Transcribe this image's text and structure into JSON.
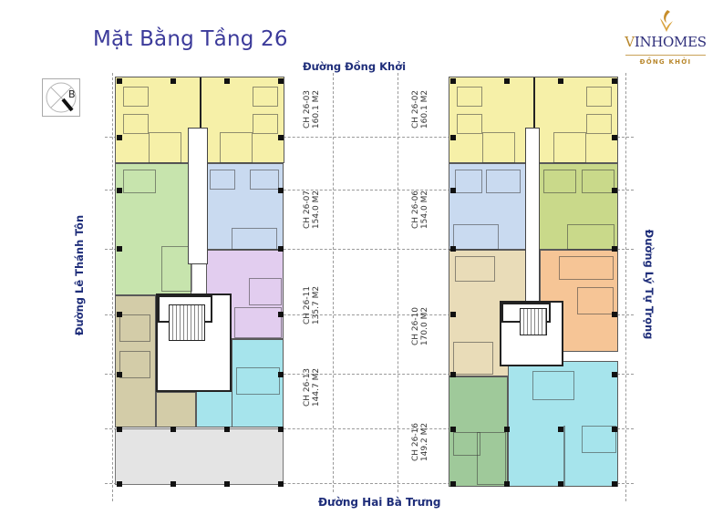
{
  "page": {
    "title": "Mặt Bằng Tầng 26"
  },
  "logo": {
    "brand_prefix": "V",
    "brand_rest": "INHOMES",
    "subtitle": "ĐỒNG KHỞI",
    "icon": "vinhomes-flame-icon",
    "colors": {
      "gold": "#b9882e",
      "navy": "#2e2e7a"
    }
  },
  "compass": {
    "label": "B",
    "icon": "north-compass-icon"
  },
  "streets": {
    "top": "Đường Đồng Khởi",
    "bottom": "Đường Hai Bà Trưng",
    "left": "Đường Lê Thánh Tôn",
    "right": "Đường Lý Tự Trọng",
    "color": "#1f2e7a"
  },
  "units": [
    {
      "code": "CH 26-03",
      "area": "160.1 M2",
      "color": "#f6f0a8"
    },
    {
      "code": "CH 26-02",
      "area": "160.1 M2",
      "color": "#f6f0a8"
    },
    {
      "code": "CH 26-07",
      "area": "154.0 M2",
      "color": "#c9daf0"
    },
    {
      "code": "CH 26-06",
      "area": "154.0 M2",
      "color": "#c9d98a"
    },
    {
      "code": "CH 26-11",
      "area": "135.7 M2",
      "color": "#e2cdef"
    },
    {
      "code": "CH 26-10",
      "area": "170.0 M2",
      "color": "#e9dcb8"
    },
    {
      "code": "CH 26-13",
      "area": "144.7 M2",
      "color": "#a6e4ec"
    },
    {
      "code": "CH 26-16",
      "area": "149.2 M2",
      "color": "#a6e4ec"
    }
  ],
  "other_blocks": {
    "left_green": "#c7e4ad",
    "left_olive": "#d3cca8",
    "right_orange": "#f6c596",
    "right_green": "#9fc99a",
    "podium": "#e4e4e4"
  }
}
